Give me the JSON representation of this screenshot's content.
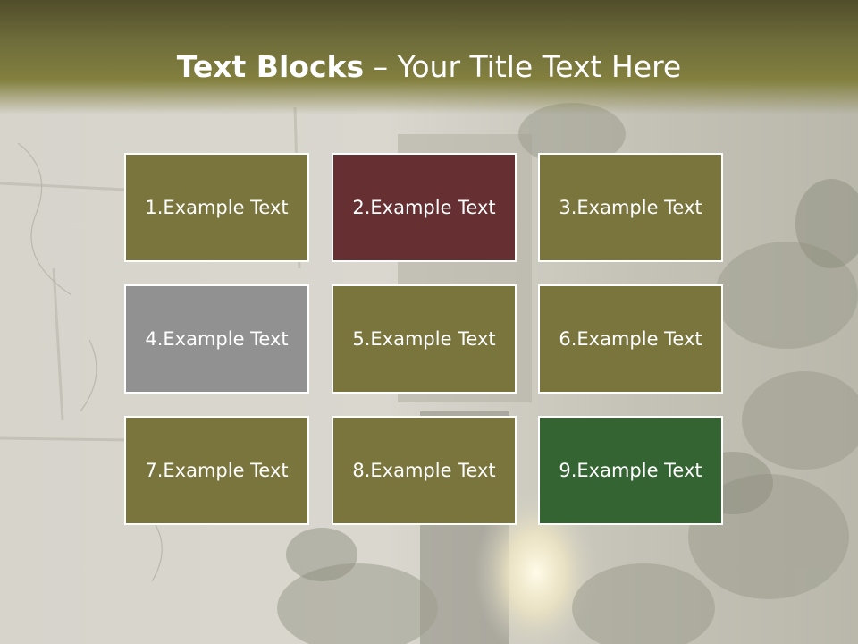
{
  "title": {
    "bold": "Text Blocks",
    "dash": " – ",
    "rest": "Your Title Text Here"
  },
  "colors": {
    "olive": "#7a743d",
    "maroon": "#662f31",
    "gray": "#919191",
    "green": "#346432",
    "title_band": "#6e6c3a",
    "text": "#ffffff"
  },
  "blocks": [
    {
      "label": "1.Example Text",
      "color": "#7a743d"
    },
    {
      "label": "2.Example Text",
      "color": "#662f31"
    },
    {
      "label": "3.Example Text",
      "color": "#7a743d"
    },
    {
      "label": "4.Example Text",
      "color": "#919191"
    },
    {
      "label": "5.Example Text",
      "color": "#7a743d"
    },
    {
      "label": "6.Example Text",
      "color": "#7a743d"
    },
    {
      "label": "7.Example Text",
      "color": "#7a743d"
    },
    {
      "label": "8.Example Text",
      "color": "#7a743d"
    },
    {
      "label": "9.Example Text",
      "color": "#346432"
    }
  ]
}
